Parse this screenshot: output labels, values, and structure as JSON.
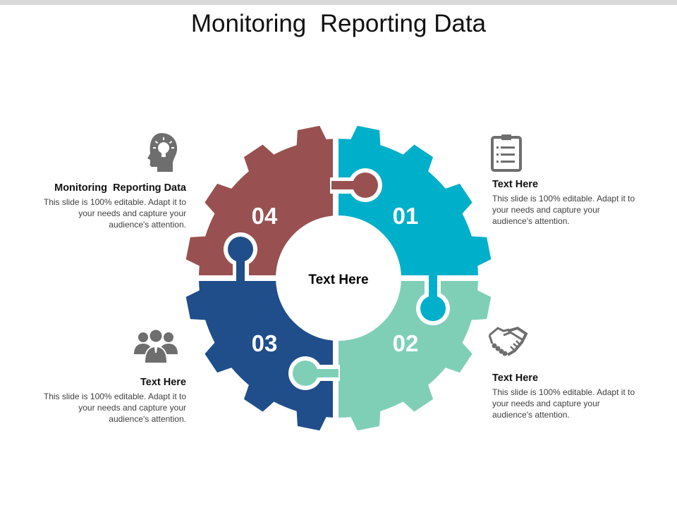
{
  "slide": {
    "title": "Monitoring  Reporting Data"
  },
  "center": {
    "label": "Text Here"
  },
  "segments": [
    {
      "number": "01",
      "color": "#00afc9",
      "position": "top-right"
    },
    {
      "number": "02",
      "color": "#7fcfb7",
      "position": "bottom-right"
    },
    {
      "number": "03",
      "color": "#1f4e8b",
      "position": "bottom-left"
    },
    {
      "number": "04",
      "color": "#985150",
      "position": "top-left"
    }
  ],
  "blocks": [
    {
      "id": "04",
      "icon": "head-lightbulb-icon",
      "heading": "Monitoring  Reporting Data",
      "body": "This slide is 100% editable. Adapt it to your needs and capture your audience's attention."
    },
    {
      "id": "01",
      "icon": "clipboard-icon",
      "heading": "Text Here",
      "body": "This slide is 100% editable. Adapt it to your needs and capture your audience's attention."
    },
    {
      "id": "03",
      "icon": "team-icon",
      "heading": "Text Here",
      "body": "This slide is 100% editable. Adapt it to your needs and capture your audience's attention."
    },
    {
      "id": "02",
      "icon": "handshake-icon",
      "heading": "Text Here",
      "body": "This slide is 100% editable. Adapt it to your needs and capture your audience's attention."
    }
  ],
  "colors": {
    "icon_gray": "#6e6e6e",
    "top_bar": "#d9d9d9"
  }
}
